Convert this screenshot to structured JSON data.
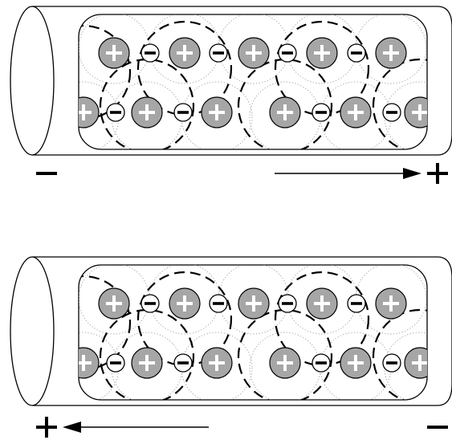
{
  "panels": [
    {
      "id": "top",
      "left_sign": "−",
      "right_sign": "+",
      "arrow_direction": "right",
      "row1": [
        "cation",
        "anion",
        "cation",
        "anion",
        "cation",
        "anion",
        "cation",
        "anion",
        "cation"
      ],
      "row2": [
        "cation",
        "anion",
        "cation",
        "anion",
        "cation",
        "cation",
        "anion",
        "cation",
        "anion",
        "cation"
      ]
    },
    {
      "id": "bottom",
      "left_sign": "+",
      "right_sign": "−",
      "arrow_direction": "left",
      "row1": [
        "cation",
        "anion",
        "cation",
        "anion",
        "cation",
        "anion",
        "cation",
        "anion",
        "cation"
      ],
      "row2": [
        "cation",
        "anion",
        "cation",
        "anion",
        "cation",
        "cation",
        "anion",
        "cation",
        "anion",
        "cation"
      ]
    }
  ],
  "colors": {
    "line": "#000000",
    "cation_fill": "#a6a6a6",
    "anion_fill": "#ffffff",
    "dotted": "#9a9a9a"
  },
  "icons": {
    "cation": "plus-in-circle",
    "anion": "minus-in-circle"
  }
}
